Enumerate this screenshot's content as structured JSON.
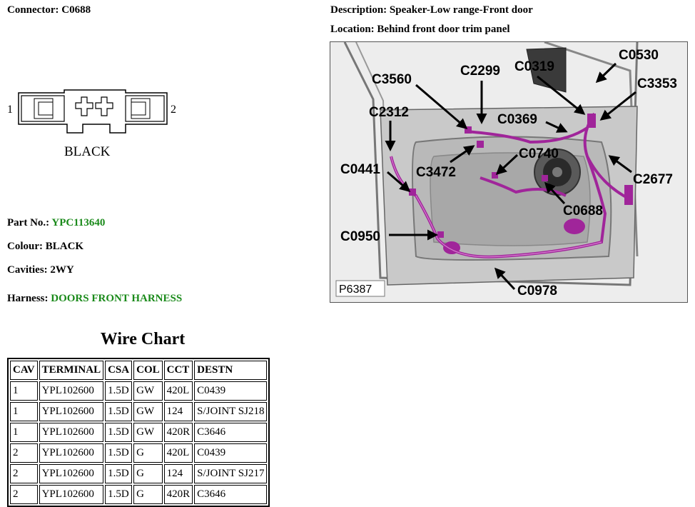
{
  "connector": {
    "label": "Connector:",
    "value": "C0688",
    "color_label": "BLACK",
    "pin_left": "1",
    "pin_right": "2"
  },
  "description": {
    "label": "Description:",
    "value": "Speaker-Low range-Front door"
  },
  "location": {
    "label": "Location:",
    "value": "Behind front door trim panel"
  },
  "part": {
    "label": "Part No.:",
    "value": "YPC113640"
  },
  "colour": {
    "label": "Colour:",
    "value": "BLACK"
  },
  "cavities": {
    "label": "Cavities:",
    "value": "2WY"
  },
  "harness": {
    "label": "Harness:",
    "value": "DOORS FRONT HARNESS"
  },
  "wire_chart": {
    "title": "Wire Chart",
    "headers": [
      "CAV",
      "TERMINAL",
      "CSA",
      "COL",
      "CCT",
      "DESTN"
    ],
    "rows": [
      [
        "1",
        "YPL102600",
        "1.5D",
        "GW",
        "420L",
        "C0439"
      ],
      [
        "1",
        "YPL102600",
        "1.5D",
        "GW",
        "124",
        "S/JOINT SJ218"
      ],
      [
        "1",
        "YPL102600",
        "1.5D",
        "GW",
        "420R",
        "C3646"
      ],
      [
        "2",
        "YPL102600",
        "1.5D",
        "G",
        "420L",
        "C0439"
      ],
      [
        "2",
        "YPL102600",
        "1.5D",
        "G",
        "124",
        "S/JOINT SJ217"
      ],
      [
        "2",
        "YPL102600",
        "1.5D",
        "G",
        "420R",
        "C3646"
      ]
    ]
  },
  "figure": {
    "ref": "P6387",
    "callouts": [
      "C0530",
      "C0319",
      "C2299",
      "C3560",
      "C3353",
      "C2312",
      "C0369",
      "C0740",
      "C3472",
      "C0441",
      "C2677",
      "C0688",
      "C0950",
      "C0978"
    ]
  },
  "colors": {
    "accent_green": "#1a8a1a",
    "harness_magenta": "#a0259a"
  }
}
